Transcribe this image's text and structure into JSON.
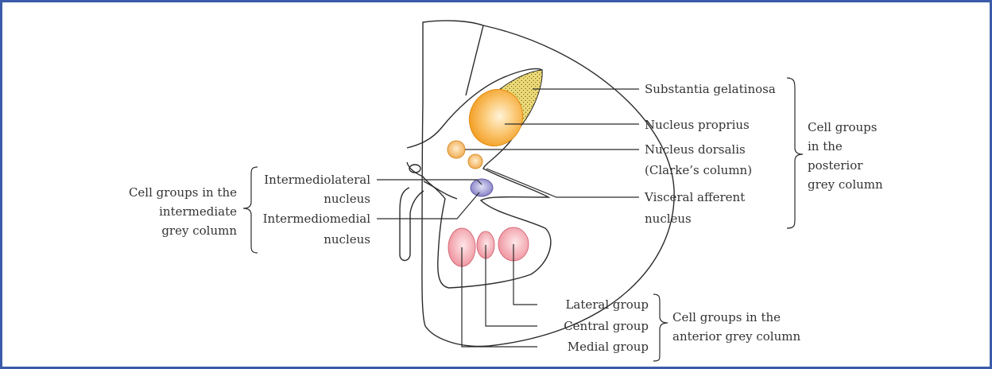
{
  "nuclei": {
    "substantia_gelatinosa": "Substantia gelatinosa",
    "nucleus_proprius": "Nucleus proprius",
    "nucleus_dorsalis_line1": "Nucleus dorsalis",
    "nucleus_dorsalis_line2": "(Clarke’s column)",
    "visceral_afferent_line1": "Visceral afferent",
    "visceral_afferent_line2": "nucleus",
    "intermediolateral_line1": "Intermediolateral",
    "intermediolateral_line2": "nucleus",
    "intermediomedial_line1": "Intermediomedial",
    "intermediomedial_line2": "nucleus",
    "lateral_group": "Lateral group",
    "central_group": "Central group",
    "medial_group": "Medial group"
  },
  "groups": {
    "posterior_line1": "Cell groups",
    "posterior_line2": "in the",
    "posterior_line3": "posterior",
    "posterior_line4": "grey column",
    "intermediate_line1": "Cell groups in the",
    "intermediate_line2": "intermediate",
    "intermediate_line3": "grey column",
    "anterior_line1": "Cell groups in the",
    "anterior_line2": "anterior grey column"
  },
  "colors": {
    "frame": "#3a5ba9",
    "substantia_gelatinosa": "#e6d46a",
    "nucleus_proprius": "#f5a623",
    "nucleus_dorsalis": "#f3b45a",
    "visceral_afferent": "#8c87c8",
    "anterior_horn_groups": "#f19aa4"
  }
}
